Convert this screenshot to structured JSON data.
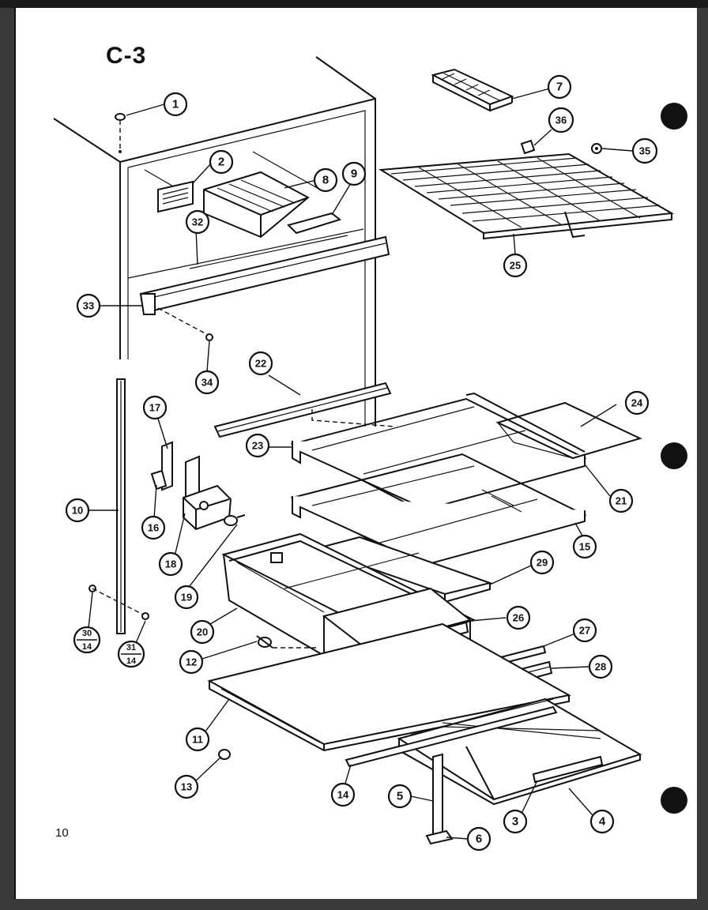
{
  "diagram": {
    "title": "C-3",
    "page_number": "10",
    "callouts": [
      {
        "id": "1",
        "label": "1"
      },
      {
        "id": "2",
        "label": "2"
      },
      {
        "id": "3",
        "label": "3"
      },
      {
        "id": "4",
        "label": "4"
      },
      {
        "id": "5",
        "label": "5"
      },
      {
        "id": "6",
        "label": "6"
      },
      {
        "id": "7",
        "label": "7"
      },
      {
        "id": "8",
        "label": "8"
      },
      {
        "id": "9",
        "label": "9"
      },
      {
        "id": "10",
        "label": "10"
      },
      {
        "id": "11",
        "label": "11"
      },
      {
        "id": "12",
        "label": "12"
      },
      {
        "id": "13",
        "label": "13"
      },
      {
        "id": "14",
        "label": "14"
      },
      {
        "id": "15",
        "label": "15"
      },
      {
        "id": "16",
        "label": "16"
      },
      {
        "id": "17",
        "label": "17"
      },
      {
        "id": "18",
        "label": "18"
      },
      {
        "id": "19",
        "label": "19"
      },
      {
        "id": "20",
        "label": "20"
      },
      {
        "id": "21",
        "label": "21"
      },
      {
        "id": "22",
        "label": "22"
      },
      {
        "id": "23",
        "label": "23"
      },
      {
        "id": "24",
        "label": "24"
      },
      {
        "id": "25",
        "label": "25"
      },
      {
        "id": "26",
        "label": "26"
      },
      {
        "id": "27",
        "label": "27"
      },
      {
        "id": "28",
        "label": "28"
      },
      {
        "id": "29",
        "label": "29"
      },
      {
        "id": "32",
        "label": "32"
      },
      {
        "id": "33",
        "label": "33"
      },
      {
        "id": "34",
        "label": "34"
      },
      {
        "id": "35",
        "label": "35"
      },
      {
        "id": "36",
        "label": "36"
      }
    ],
    "fractions": [
      {
        "id": "30-14",
        "numerator": "30",
        "denominator": "14"
      },
      {
        "id": "31-14",
        "numerator": "31",
        "denominator": "14"
      }
    ]
  }
}
